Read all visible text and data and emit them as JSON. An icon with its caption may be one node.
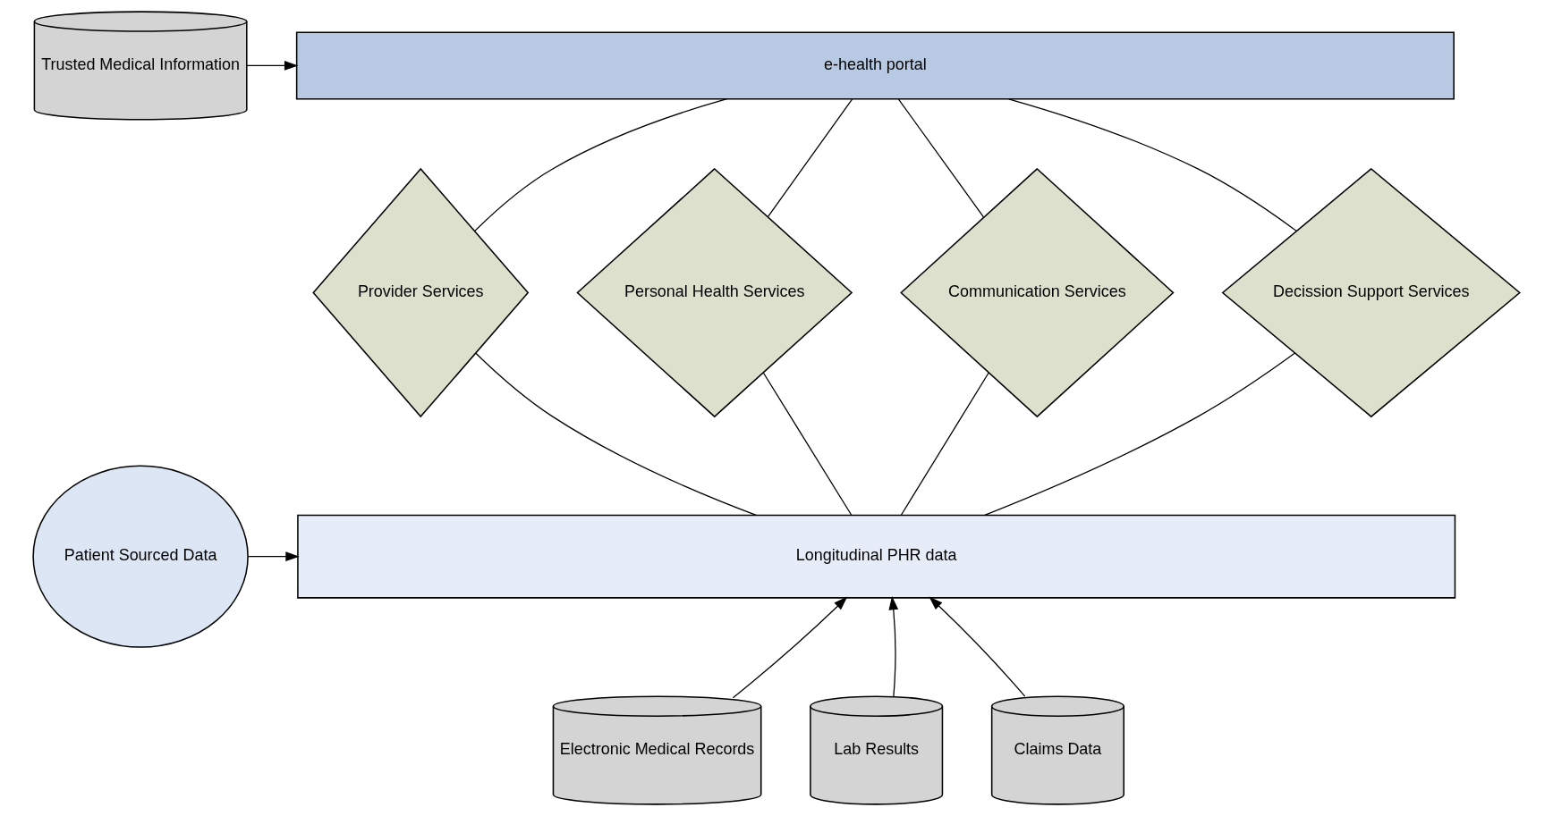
{
  "diagram": {
    "nodes": [
      {
        "text": [
          "Trusted Medical Information"
        ]
      },
      {
        "text": [
          "e-health portal"
        ]
      },
      {
        "text": [
          "Provider Services"
        ]
      },
      {
        "text": [
          "Personal Health Services"
        ]
      },
      {
        "text": [
          "Communication Services"
        ]
      },
      {
        "text": [
          "Decission Support Services"
        ]
      },
      {
        "text": [
          "Longitudinal PHR data"
        ]
      },
      {
        "text": [
          "Patient Sourced Data"
        ]
      },
      {
        "text": [
          "Electronic Medical Records"
        ]
      },
      {
        "text": [
          "Lab Results"
        ]
      },
      {
        "text": [
          "Claims Data"
        ]
      }
    ],
    "edges": [
      {
        "from": 0,
        "to": 1,
        "arrow": "to"
      },
      {
        "from": 1,
        "to": 2,
        "arrow": "none"
      },
      {
        "from": 1,
        "to": 3,
        "arrow": "none"
      },
      {
        "from": 1,
        "to": 4,
        "arrow": "none"
      },
      {
        "from": 1,
        "to": 5,
        "arrow": "none"
      },
      {
        "from": 2,
        "to": 6,
        "arrow": "none"
      },
      {
        "from": 3,
        "to": 6,
        "arrow": "none"
      },
      {
        "from": 4,
        "to": 6,
        "arrow": "none"
      },
      {
        "from": 5,
        "to": 6,
        "arrow": "none"
      },
      {
        "from": 7,
        "to": 6,
        "arrow": "to"
      },
      {
        "from": 8,
        "to": 6,
        "arrow": "to"
      },
      {
        "from": 9,
        "to": 6,
        "arrow": "to"
      },
      {
        "from": 10,
        "to": 6,
        "arrow": "to"
      }
    ]
  }
}
